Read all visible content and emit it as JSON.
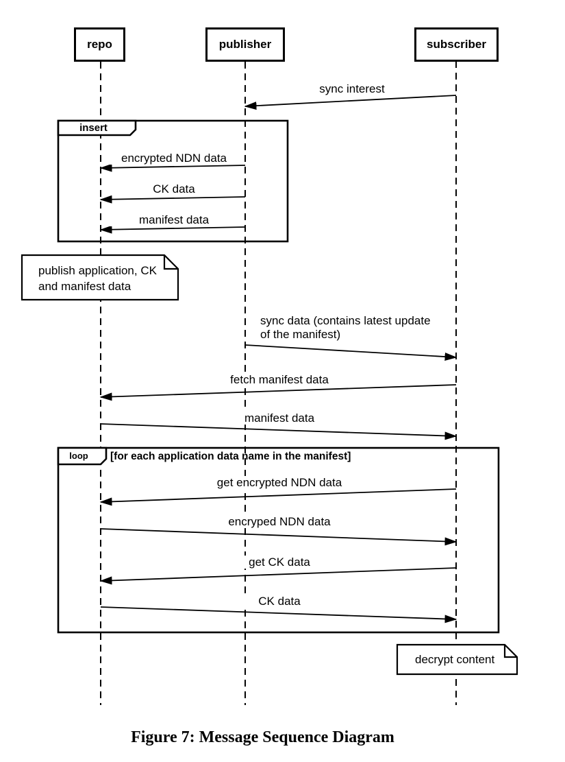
{
  "diagram": {
    "colors": {
      "line": "#000000",
      "background": "#ffffff"
    },
    "participants": [
      {
        "label": "repo"
      },
      {
        "label": "publisher"
      },
      {
        "label": "subscriber"
      }
    ],
    "messages": [
      {
        "label": "sync interest",
        "from": "subscriber",
        "to": "publisher"
      },
      {
        "label": "encrypted NDN data",
        "from": "publisher",
        "to": "repo"
      },
      {
        "label": "CK data",
        "from": "publisher",
        "to": "repo"
      },
      {
        "label": "manifest data",
        "from": "publisher",
        "to": "repo"
      },
      {
        "label": "sync data (contains latest update",
        "label2": "of the manifest)",
        "from": "publisher",
        "to": "subscriber"
      },
      {
        "label": "fetch manifest data",
        "from": "subscriber",
        "to": "repo"
      },
      {
        "label": "manifest data",
        "from": "repo",
        "to": "subscriber"
      },
      {
        "label": "get encrypted NDN data",
        "from": "subscriber",
        "to": "repo"
      },
      {
        "label": "encryped NDN data",
        "from": "repo",
        "to": "subscriber"
      },
      {
        "label": "get CK data",
        "from": "subscriber",
        "to": "repo"
      },
      {
        "label": "CK data",
        "from": "repo",
        "to": "subscriber"
      }
    ],
    "fragments": [
      {
        "keyword": "insert",
        "guard": ""
      },
      {
        "keyword": "loop",
        "guard": "[for each application data name in the manifest]"
      }
    ],
    "notes": [
      {
        "line1": "publish application, CK",
        "line2": "and manifest data"
      },
      {
        "line1": "decrypt content"
      }
    ],
    "caption": "Figure 7: Message Sequence Diagram"
  }
}
